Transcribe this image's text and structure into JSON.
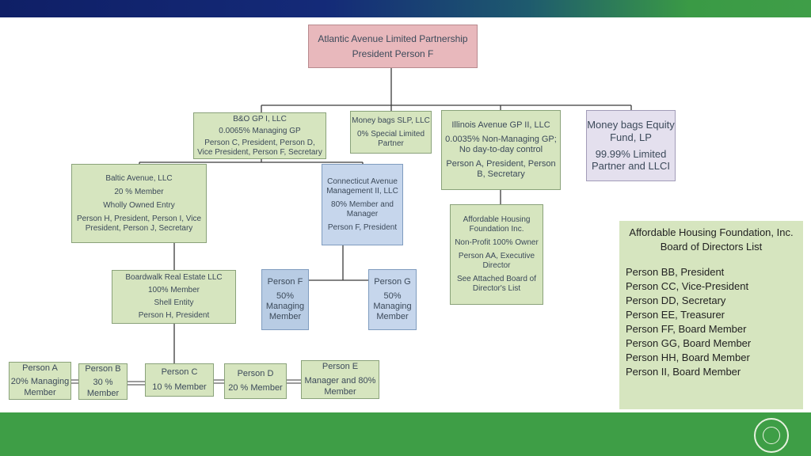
{
  "org": {
    "atlantic": [
      "Atlantic Avenue Limited Partnership",
      "President Person F"
    ],
    "bo_gp": [
      "B&O GP I, LLC",
      "0.0065% Managing GP",
      "Person C, President, Person D, Vice President, Person F, Secretary"
    ],
    "moneybags_slp": [
      "Money bags SLP, LLC",
      "0% Special Limited Partner"
    ],
    "illinois": [
      "Illinois Avenue GP II, LLC",
      "0.0035% Non-Managing GP; No day-to-day control",
      "Person A, President, Person B, Secretary"
    ],
    "moneybags_fund": [
      "Money bags Equity Fund, LP",
      "99.99% Limited Partner and LLCI"
    ],
    "baltic": [
      "Baltic Avenue, LLC",
      "20 % Member",
      "Wholly Owned Entry",
      "Person H, President, Person I, Vice President, Person J, Secretary"
    ],
    "connecticut": [
      "Connecticut Avenue Management II, LLC",
      "80% Member and Manager",
      "Person F, President"
    ],
    "affordable": [
      "Affordable Housing Foundation Inc.",
      "Non-Profit 100% Owner",
      "Person AA, Executive Director",
      "See Attached Board of Director's List"
    ],
    "boardwalk": [
      "Boardwalk Real Estate LLC",
      "100% Member",
      "Shell Entity",
      "Person H, President"
    ],
    "person_f": [
      "Person F",
      "50% Managing Member"
    ],
    "person_g": [
      "Person G",
      "50% Managing Member"
    ],
    "person_a": [
      "Person A",
      "20% Managing Member"
    ],
    "person_b": [
      "Person B",
      "30 % Member"
    ],
    "person_c": [
      "Person C",
      "10 % Member"
    ],
    "person_d": [
      "Person D",
      "20 % Member"
    ],
    "person_e": [
      "Person E",
      "Manager and 80% Member"
    ]
  },
  "board": {
    "title": "Affordable Housing Foundation, Inc. Board of Directors List",
    "members": [
      "Person BB, President",
      "Person CC, Vice-President",
      "Person DD, Secretary",
      "Person EE, Treasurer",
      "Person FF, Board Member",
      "Person GG, Board Member",
      "Person HH, Board Member",
      "Person II, Board Member"
    ]
  },
  "colors": {
    "box_green": "#d6e5bf",
    "box_blue": "#b8cce4",
    "box_pink": "#e8b8bc",
    "box_lavender": "#e4e0ee",
    "brand_green": "#3e9e46",
    "brand_navy": "#0f1f66"
  },
  "icons": {
    "seal": "hud-seal-icon"
  }
}
